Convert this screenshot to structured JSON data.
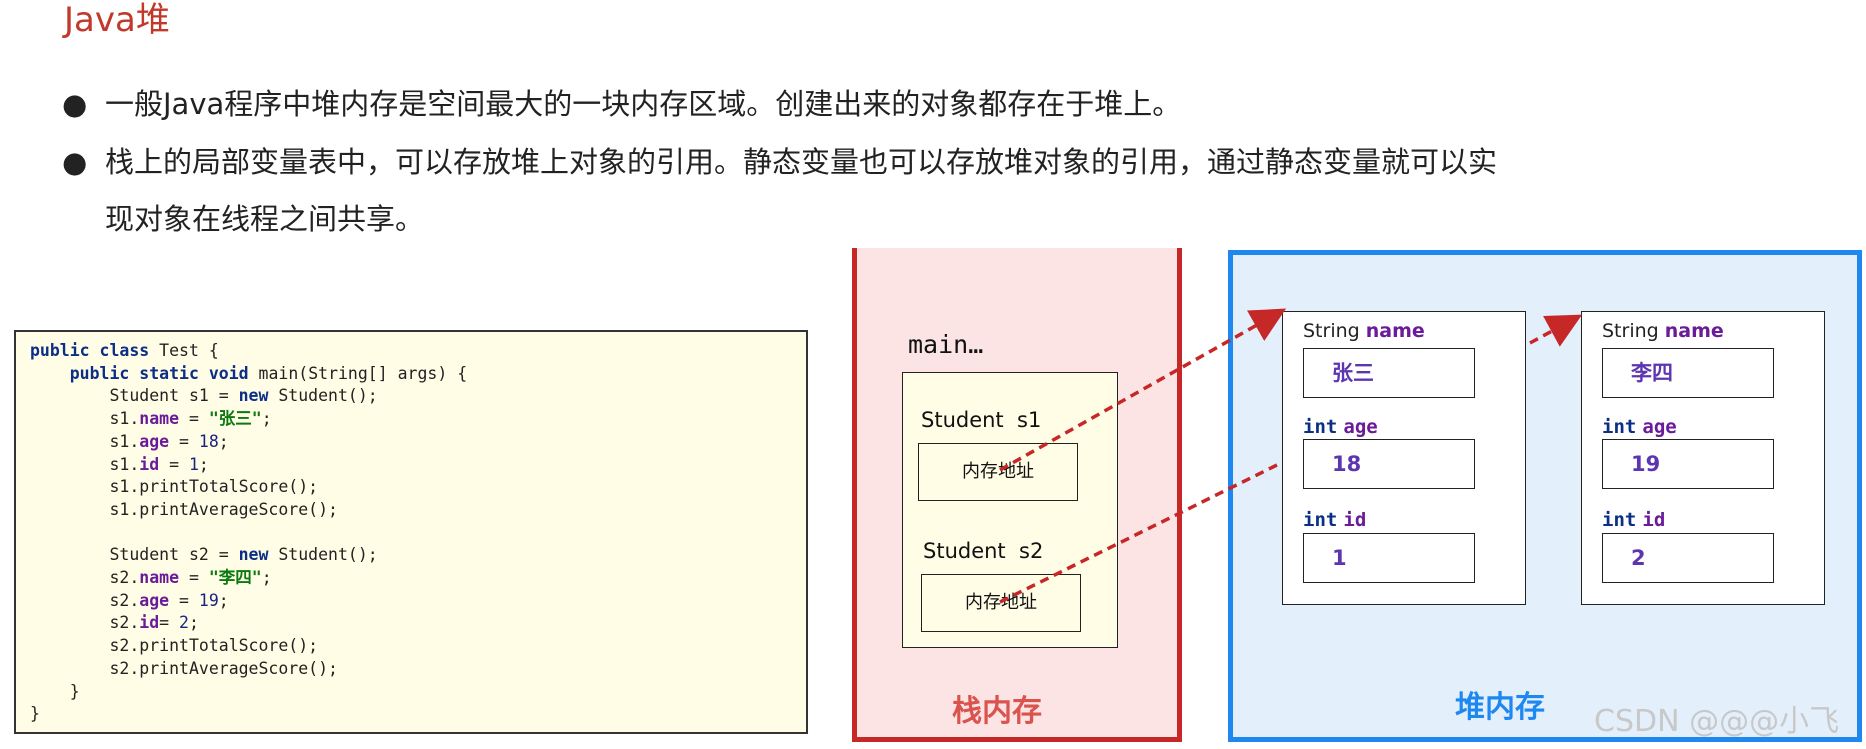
{
  "title": "Java堆",
  "bullets": [
    {
      "symbol": "●",
      "lines": [
        "一般Java程序中堆内存是空间最大的一块内存区域。创建出来的对象都存在于堆上。"
      ]
    },
    {
      "symbol": "●",
      "lines": [
        "栈上的局部变量表中，可以存放堆上对象的引用。静态变量也可以存放堆对象的引用，通过静态变量就可以实",
        "现对象在线程之间共享。"
      ]
    }
  ],
  "code": {
    "kw_public": "public",
    "kw_class": "class",
    "class_name": " Test {",
    "kw_static": "static",
    "kw_void": "void",
    "main_sig": " main(String[] args) {",
    "student_s1_decl": "Student s1 = ",
    "kw_new": "new",
    "ctor": " Student();",
    "s1": "s1.",
    "s2": "s2.",
    "f_name": "name",
    "f_age": "age",
    "f_id": "id",
    "assign": " = ",
    "assign_tight": "= ",
    "semi": ";",
    "str_zhangsan": "\"张三\"",
    "str_lisi": "\"李四\"",
    "n18": "18",
    "n1": "1",
    "n19": "19",
    "n2": "2",
    "s1_total": "s1.printTotalScore();",
    "s1_avg": "s1.printAverageScore();",
    "student_s2_decl": "Student s2 = ",
    "s2_total": "s2.printTotalScore();",
    "s2_avg": "s2.printAverageScore();",
    "close_inner": "}",
    "close_outer": "}"
  },
  "stack": {
    "label": "栈内存",
    "frame_label": "main…",
    "vars": [
      {
        "name": "Student  s1",
        "value": "内存地址"
      },
      {
        "name": "Student  s2",
        "value": "内存地址"
      }
    ]
  },
  "heap": {
    "label": "堆内存",
    "objects": [
      {
        "fields": [
          {
            "type": "String",
            "name": "name",
            "value": "张三"
          },
          {
            "type": "int",
            "name": "age",
            "value": "18"
          },
          {
            "type": "int",
            "name": "id",
            "value": "1"
          }
        ]
      },
      {
        "fields": [
          {
            "type": "String",
            "name": "name",
            "value": "李四"
          },
          {
            "type": "int",
            "name": "age",
            "value": "19"
          },
          {
            "type": "int",
            "name": "id",
            "value": "2"
          }
        ]
      }
    ]
  },
  "colors": {
    "title": "#c0392b",
    "stack_border": "#c62828",
    "stack_bg": "#fde4e4",
    "heap_border": "#1f88f0",
    "heap_bg": "#e3f0fc",
    "arrow": "#c62828"
  },
  "watermark": "CSDN @@@小飞"
}
